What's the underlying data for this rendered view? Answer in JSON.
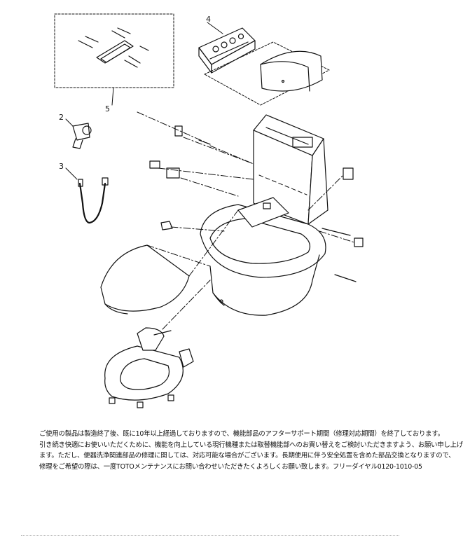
{
  "callouts": {
    "c1": "4",
    "c2": "2",
    "c3": "3",
    "c4": "5"
  },
  "notice": {
    "line1": "ご使用の製品は製造終了後、既に10年以上経過しておりますので、機能部品のアフターサポート期間（修理対応期間）を終了しております。",
    "line2": "引き続き快適にお使いいただくために、機能を向上している現行機種または取替機能部へのお買い替えをご検討いただきますよう、お願い申し上げ",
    "line3": "ます。ただし、便器洗浄関連部品の修理に関しては、対応可能な場合がございます。長期使用に伴う安全処置を含めた部品交換となりますので、",
    "line4": "修理をご希望の際は、一度TOTOメンテナンスにお問い合わせいただきたくよろしくお願い致します。フリーダイヤル0120-1010-05"
  }
}
